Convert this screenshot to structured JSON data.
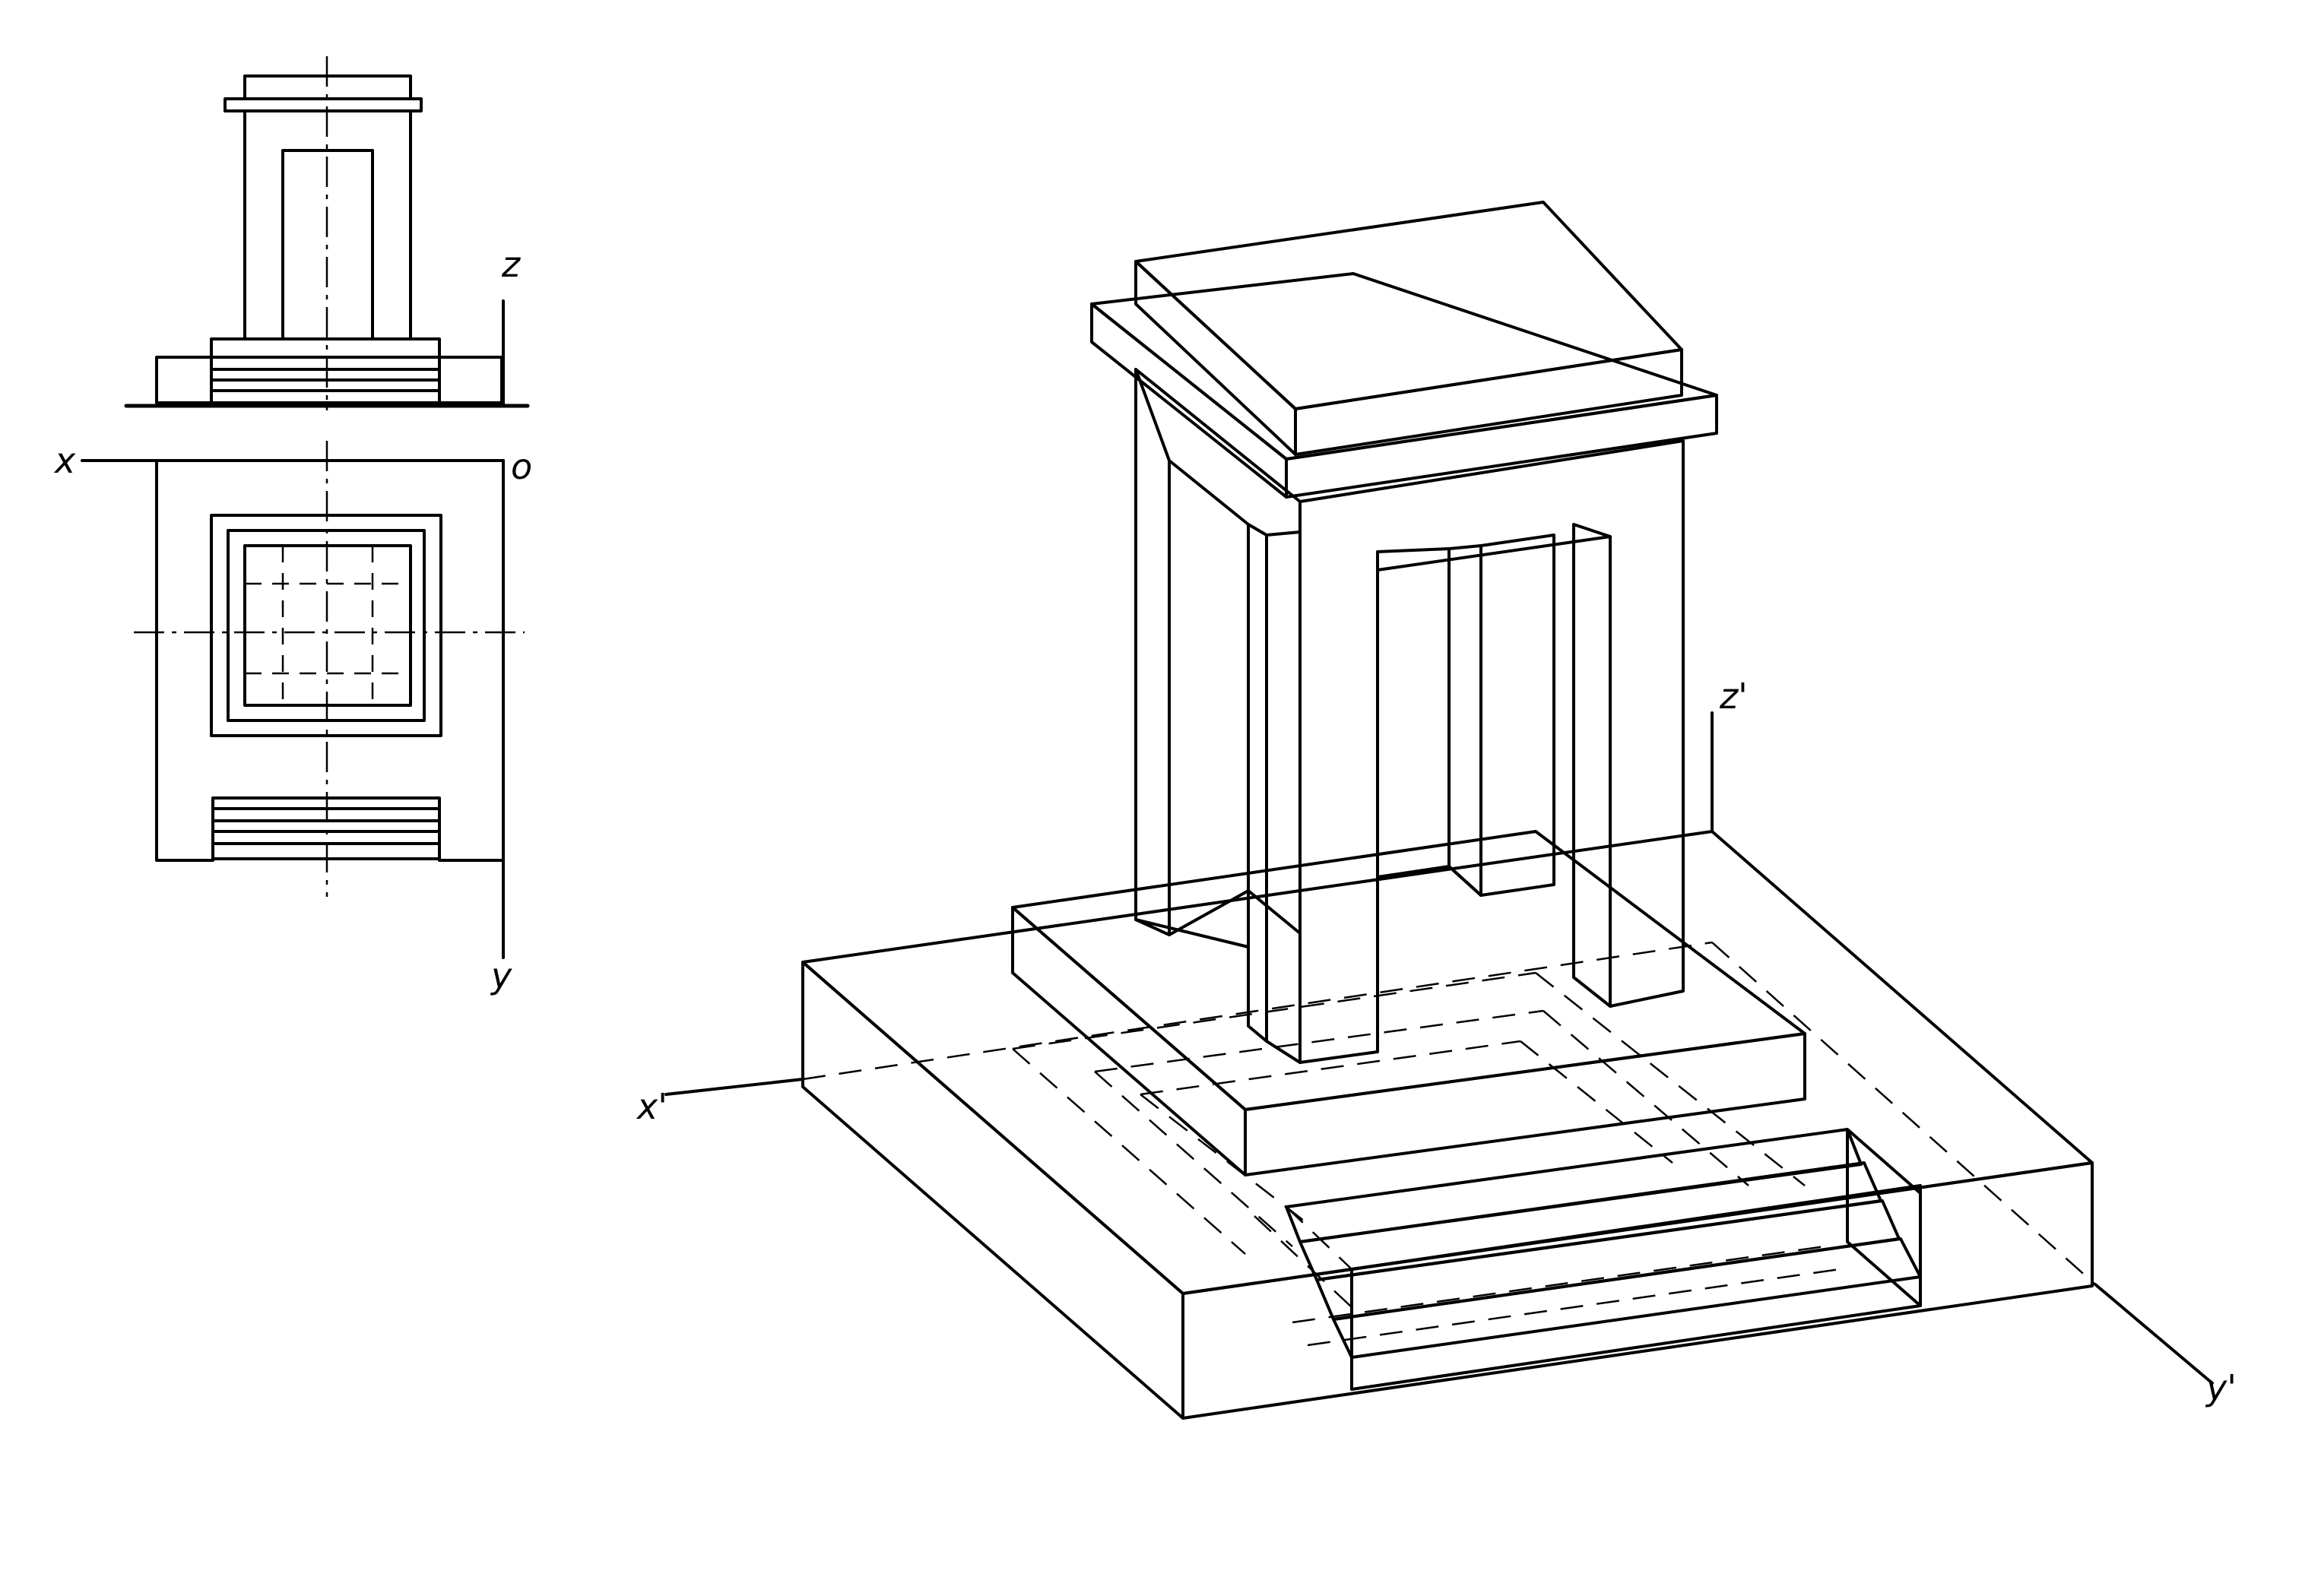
{
  "axes_orthographic": {
    "x": "x",
    "y": "y",
    "z": "z",
    "origin": "o"
  },
  "axes_axonometric": {
    "x": "x'",
    "y": "y'",
    "z": "z'"
  },
  "colors": {
    "line": "#000000",
    "shade": "#d3d3d3",
    "face": "#ffffff"
  }
}
